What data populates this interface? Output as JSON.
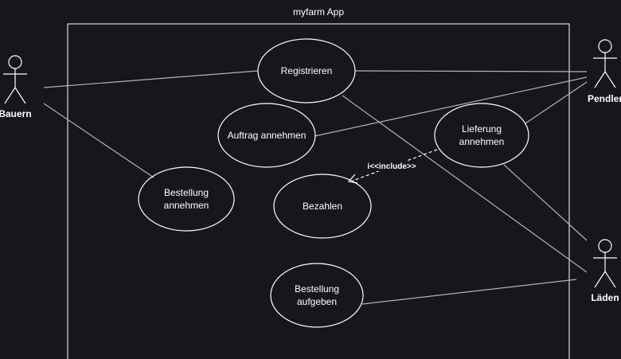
{
  "diagram": {
    "system_title": "myfarm App",
    "actors": {
      "farmers": "Bauern",
      "commuters": "Pendler",
      "shops": "Läden"
    },
    "use_cases": {
      "register": [
        "Registrieren"
      ],
      "accept_job": [
        "Auftrag annehmen"
      ],
      "accept_delivery": [
        "Lieferung",
        "annehmen"
      ],
      "accept_order": [
        "Bestellung",
        "annehmen"
      ],
      "pay": [
        "Bezahlen"
      ],
      "place_order": [
        "Bestellung",
        "aufgeben"
      ]
    },
    "include_label": "i<<include>>"
  },
  "colors": {
    "background": "#18151d",
    "stroke": "#ffffff",
    "connector": "#b3b3b3",
    "text": "#ffffff"
  }
}
